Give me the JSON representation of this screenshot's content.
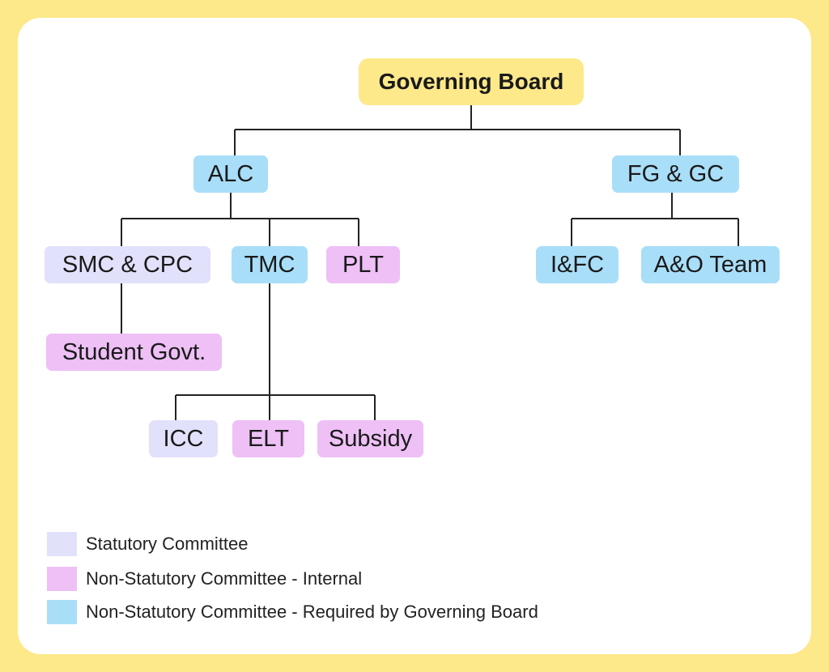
{
  "colors": {
    "background": "#fde98a",
    "root": "#fde98a",
    "statutory": "#e2e1fb",
    "internal": "#eec0f6",
    "required_by_board": "#a9def9",
    "connector": "#222222"
  },
  "nodes": {
    "governing_board": "Governing Board",
    "alc": "ALC",
    "fg_gc": "FG & GC",
    "smc_cpc": "SMC & CPC",
    "tmc": "TMC",
    "plt": "PLT",
    "ifc": "I&FC",
    "ao_team": "A&O Team",
    "student_govt": "Student Govt.",
    "icc": "ICC",
    "elt": "ELT",
    "subsidy": "Subsidy"
  },
  "legend": [
    {
      "label": "Statutory Committee",
      "color": "#e2e1fb"
    },
    {
      "label": "Non-Statutory Committee - Internal",
      "color": "#eec0f6"
    },
    {
      "label": "Non-Statutory Committee - Required by Governing Board",
      "color": "#a9def9"
    }
  ]
}
